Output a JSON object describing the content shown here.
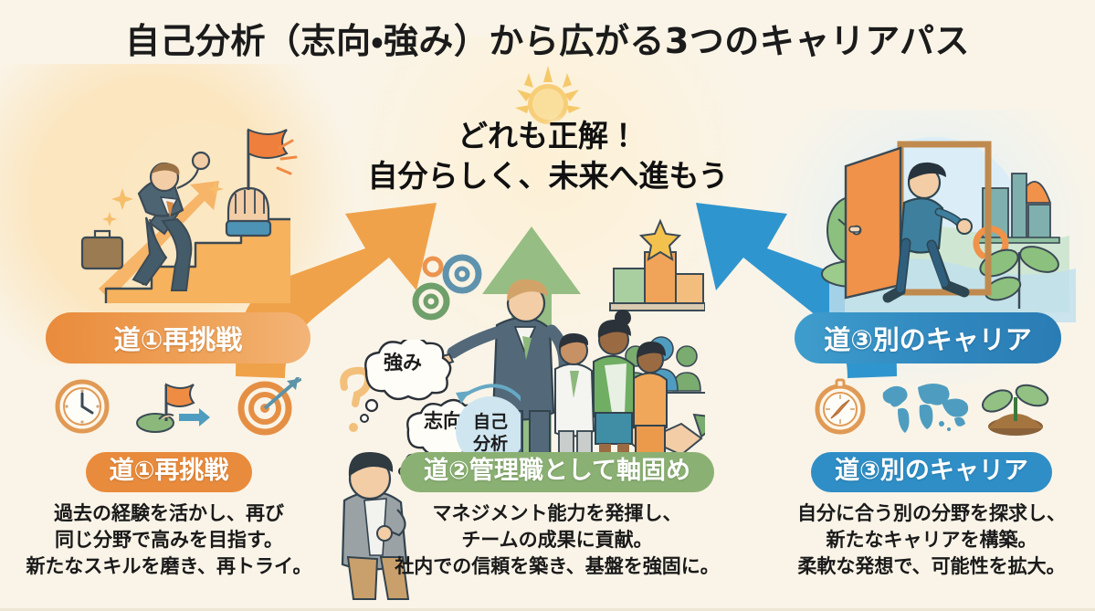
{
  "title": "自己分析（志向・強み）から広がる3つのキャリアパス",
  "headline": {
    "line1": "どれも正解！",
    "line2": "自分らしく、未来へ進もう"
  },
  "colors": {
    "background": "#faf4e8",
    "orange": "#e98b3c",
    "green": "#8bb073",
    "blue": "#2f8ec6",
    "text": "#1a1a1a"
  },
  "banners": {
    "left": "道①再挑戦",
    "right": "道③別のキャリア"
  },
  "center_graphic": {
    "bubble_strength": "強み",
    "bubble_orientation": "志向",
    "circle_label_line1": "自己",
    "circle_label_line2": "分析"
  },
  "icons": {
    "left": [
      "clock-icon",
      "flag-hill-icon",
      "target-arrow-icon"
    ],
    "right": [
      "compass-icon",
      "world-map-icon",
      "sprout-icon"
    ],
    "center": [
      "gear-icon",
      "podium-star-icon",
      "people-group-icon",
      "handshake-icon"
    ]
  },
  "paths": [
    {
      "label": "道①再挑戦",
      "accent": "#e98b3c",
      "description_lines": [
        "過去の経験を活かし、再び",
        "同じ分野で高みを目指す。",
        "新たなスキルを磨き、再トライ。"
      ]
    },
    {
      "label": "道②管理職として軸固め",
      "accent": "#8bb073",
      "description_lines": [
        "マネジメント能力を発揮し、",
        "チームの成果に貢献。",
        "社内での信頼を築き、基盤を強固に。"
      ]
    },
    {
      "label": "道③別のキャリア",
      "accent": "#2f8ec6",
      "description_lines": [
        "自分に合う別の分野を探求し、",
        "新たなキャリアを構築。",
        "柔軟な発想で、可能性を拡大。"
      ]
    }
  ]
}
